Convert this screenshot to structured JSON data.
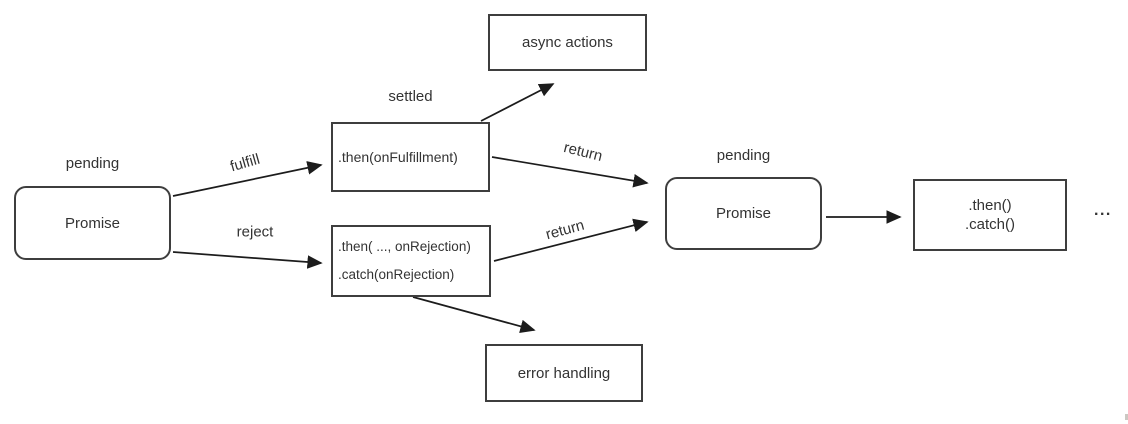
{
  "diagram": {
    "title": "promise-chain-flow",
    "colors": {
      "border": "#3e3e3e",
      "text": "#333333",
      "arrow": "#1c1c1c",
      "background": "#ffffff"
    },
    "nodes": {
      "promise1": {
        "state": "pending",
        "label": "Promise"
      },
      "fulfillment_handler": {
        "state": "settled",
        "label": ".then(onFulfillment)"
      },
      "rejection_handler": {
        "line1": ".then( ..., onRejection)",
        "line2": ".catch(onRejection)"
      },
      "async_actions": {
        "label": "async actions"
      },
      "error_handling": {
        "label": "error handling"
      },
      "promise2": {
        "state": "pending",
        "label": "Promise"
      },
      "chained_handlers": {
        "line1": ".then()",
        "line2": ".catch()"
      },
      "continuation": {
        "label": "..."
      }
    },
    "edges": {
      "fulfill": {
        "label": "fulfill"
      },
      "reject": {
        "label": "reject"
      },
      "return_fulfilled": {
        "label": "return"
      },
      "return_rejected": {
        "label": "return"
      }
    }
  }
}
